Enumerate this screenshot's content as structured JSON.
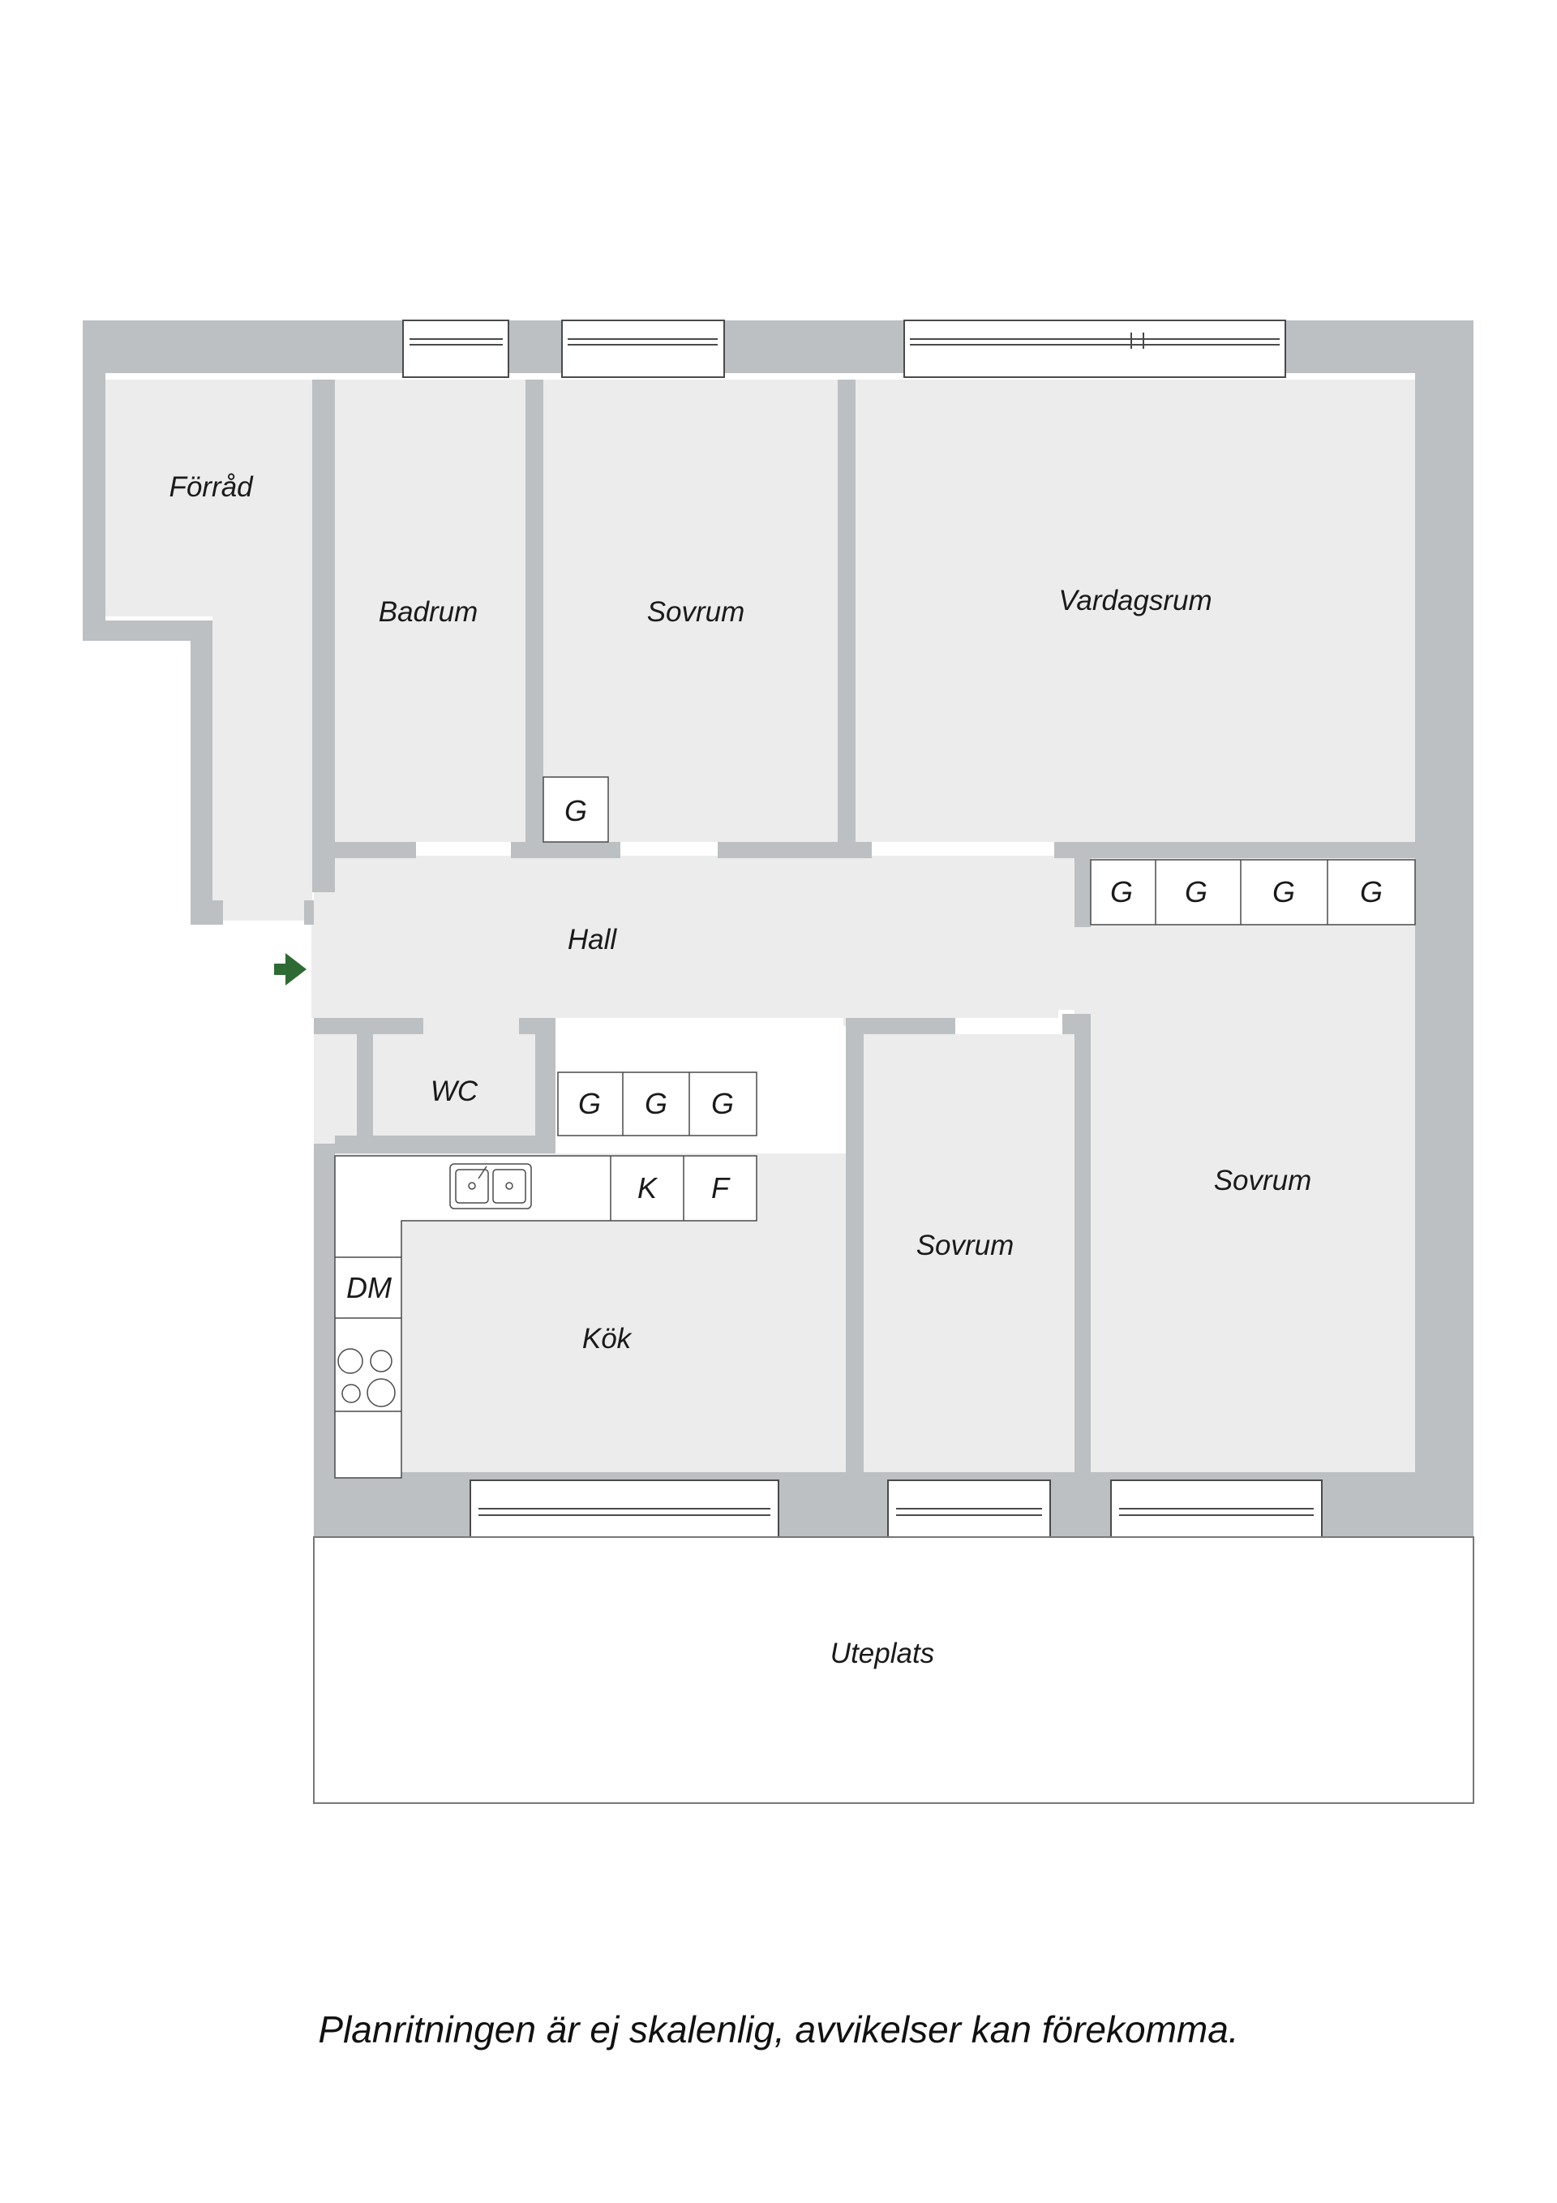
{
  "colors": {
    "wall": "#bcc0c2",
    "floor": "#ececec",
    "fixture": "#ffffff",
    "line": "#4a4a4a",
    "entrance_arrow": "#2e6b33"
  },
  "rooms": {
    "forrad": "Förråd",
    "badrum": "Badrum",
    "sovrum_top": "Sovrum",
    "vardagsrum": "Vardagsrum",
    "hall": "Hall",
    "wc": "WC",
    "kok": "Kök",
    "sovrum_mid": "Sovrum",
    "sovrum_right": "Sovrum",
    "uteplats": "Uteplats"
  },
  "fixtures": {
    "wardrobe": "G",
    "kyl": "K",
    "frys": "F",
    "diskmaskin": "DM"
  },
  "icons": {
    "entrance": "entrance-arrow-icon",
    "sink": "double-sink-icon",
    "stove": "stove-icon"
  },
  "footer": {
    "disclaimer": "Planritningen är ej skalenlig, avvikelser kan förekomma."
  }
}
